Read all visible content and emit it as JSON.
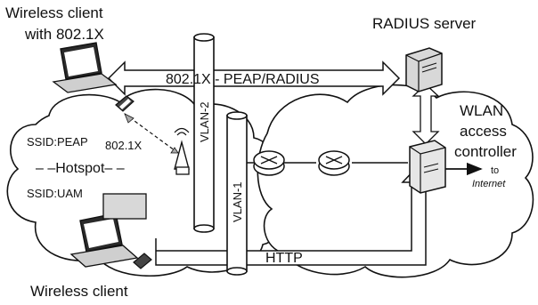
{
  "labels": {
    "client_8021x_line1": "Wireless client",
    "client_8021x_line2": "with 802.1X",
    "radius": "RADIUS server",
    "peap_radius": "802.1X - PEAP/RADIUS",
    "vlan2": "VLAN-2",
    "vlan1": "VLAN-1",
    "ssid_peap": "SSID:PEAP",
    "dot1x": "802.1X",
    "hotspot": "– –Hotspot– –",
    "ssid_uam": "SSID:UAM",
    "wlan_line1": "WLAN",
    "wlan_line2": "access",
    "wlan_line3": "controller",
    "to": "to",
    "internet": "Internet",
    "http": "HTTP",
    "client_bottom": "Wireless client"
  },
  "colors": {
    "stroke": "#111111",
    "cloud": "#ffffff",
    "arrow_fill": "#ffffff",
    "server_fill": "#d8d8d8"
  },
  "icons": [
    "laptop-icon",
    "phone-icon",
    "antenna-icon",
    "router-icon",
    "server-icon",
    "controller-icon"
  ]
}
